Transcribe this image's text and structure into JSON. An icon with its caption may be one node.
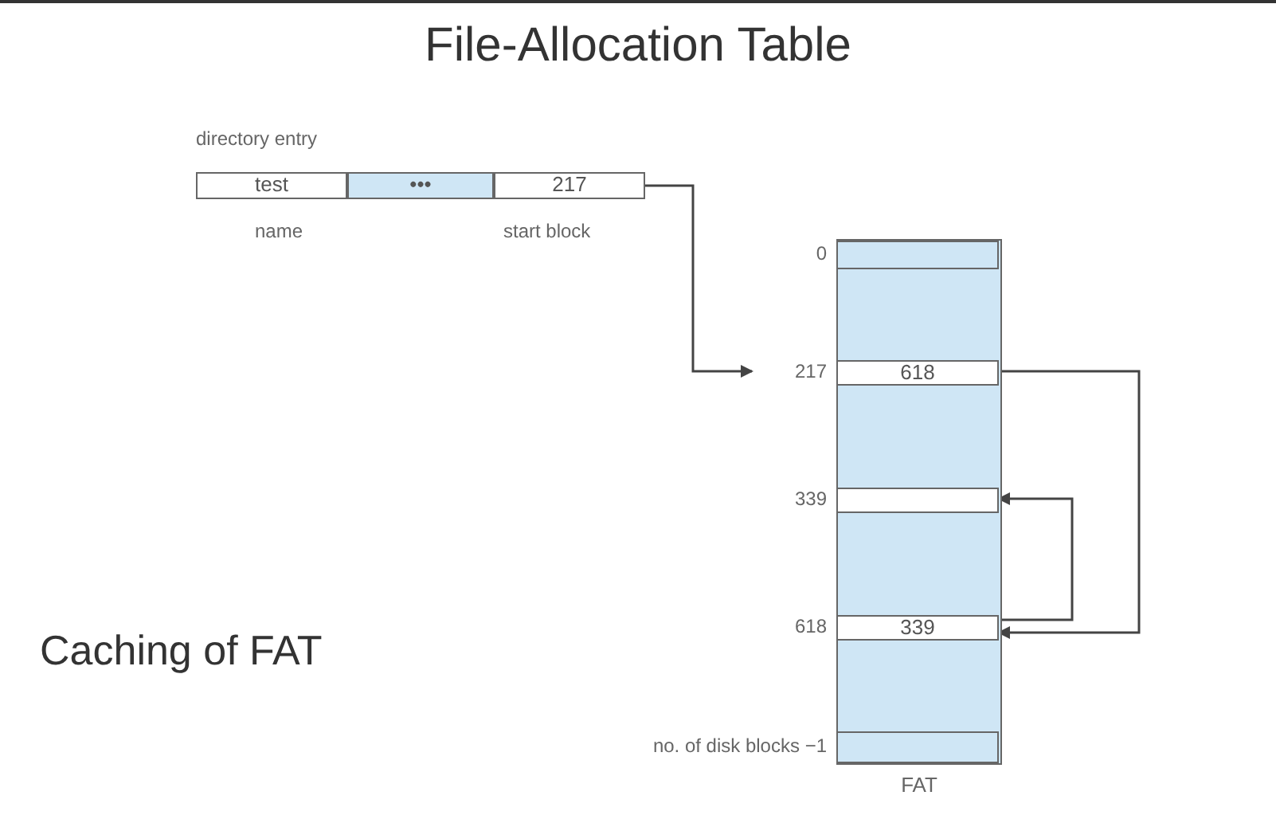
{
  "diagram": {
    "title": "File-Allocation Table",
    "nodes": [
      {
        "text": [
          "test"
        ],
        "beside": [
          "name"
        ]
      },
      {
        "text": [
          "•••"
        ]
      },
      {
        "text": [
          "217"
        ],
        "beside": [
          "start block"
        ]
      },
      {
        "text": [
          "FAT"
        ]
      },
      {
        "text": [],
        "shape": "bar",
        "beside": [
          "0"
        ],
        "in": 3
      },
      {
        "text": [
          "618"
        ],
        "beside": [
          "217"
        ],
        "in": 3
      },
      {
        "text": [],
        "shape": "bar",
        "beside": [
          "339"
        ],
        "in": 3
      },
      {
        "text": [
          "339"
        ],
        "beside": [
          "618"
        ],
        "in": 3
      },
      {
        "text": [],
        "shape": "bar",
        "beside": [
          "no. of disk blocks",
          "−1"
        ],
        "in": 3
      }
    ],
    "edges": [
      {
        "from": 2,
        "to": 5,
        "arrow": "to"
      },
      {
        "from": 5,
        "to": 7,
        "arrow": "to"
      },
      {
        "from": 7,
        "to": 6,
        "arrow": "to"
      }
    ],
    "labels": [
      "directory entry",
      "Caching of FAT"
    ]
  }
}
